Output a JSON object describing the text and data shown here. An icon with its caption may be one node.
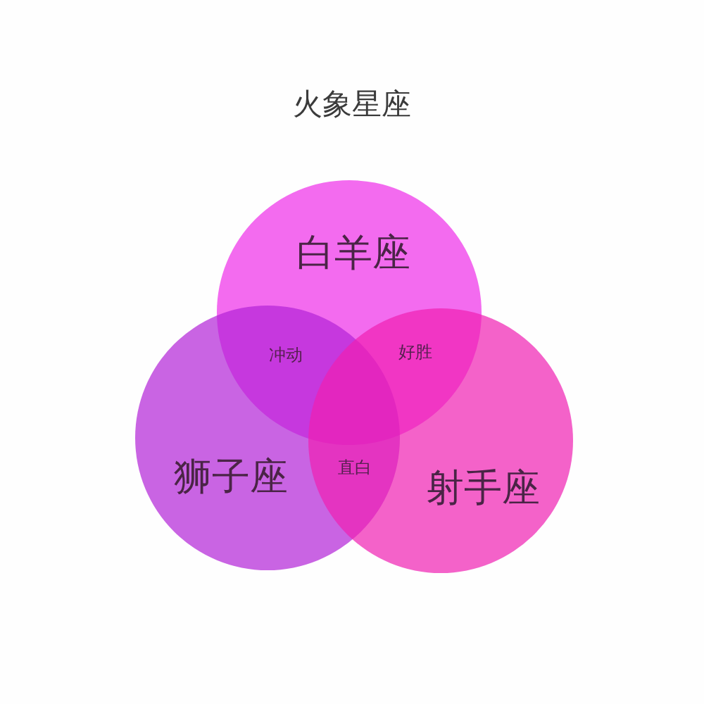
{
  "diagram": {
    "title": "火象星座",
    "nodes": [
      {
        "text": [
          "白羊座"
        ]
      },
      {
        "text": [
          "狮子座"
        ]
      },
      {
        "text": [
          "射手座"
        ]
      }
    ],
    "labels": [
      "冲动",
      "好胜",
      "直白"
    ]
  }
}
